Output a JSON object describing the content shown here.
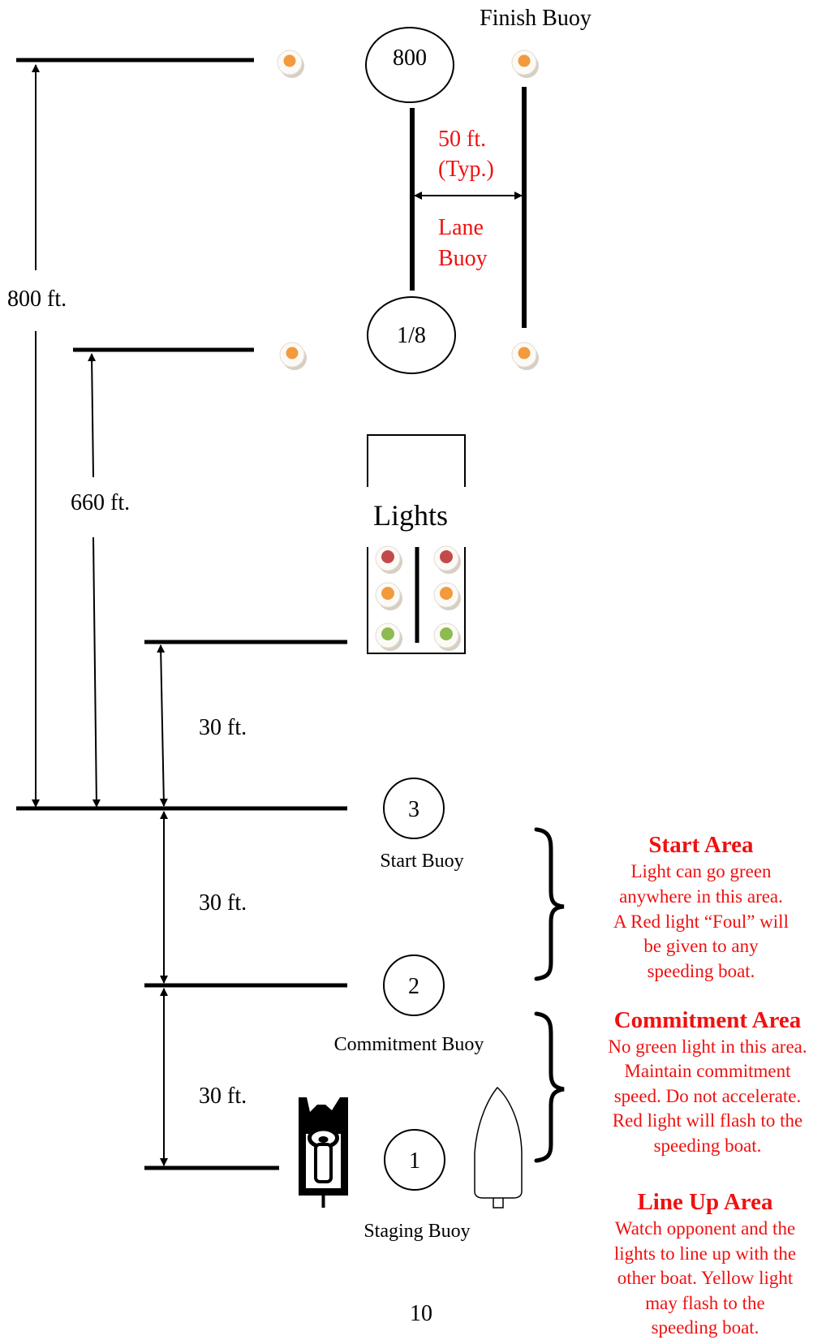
{
  "labels": {
    "finish_buoy": "Finish Buoy",
    "buoy_800": "800",
    "buoy_eighth": "1/8",
    "lane_spacing_line1": "50 ft.",
    "lane_spacing_line2": "(Typ.)",
    "lane_buoy_line1": "Lane",
    "lane_buoy_line2": "Buoy",
    "dim_800": "800 ft.",
    "dim_660": "660 ft.",
    "lights": "Lights",
    "dim_30_a": "30 ft.",
    "dim_30_b": "30 ft.",
    "dim_30_c": "30 ft.",
    "buoy_3": "3",
    "start_buoy": "Start Buoy",
    "buoy_2": "2",
    "commitment_buoy": "Commitment Buoy",
    "buoy_1": "1",
    "staging_buoy": "Staging Buoy",
    "page_number": "10"
  },
  "areas": {
    "start": {
      "title": "Start Area",
      "lines": [
        "Light can go green",
        "anywhere in this area.",
        "A Red light “Foul” will",
        "be given to any",
        "speeding boat."
      ]
    },
    "commitment": {
      "title": "Commitment Area",
      "lines": [
        "No green light in this area.",
        "Maintain commitment",
        "speed. Do not accelerate.",
        "Red light will flash to the",
        "speeding boat."
      ]
    },
    "lineup": {
      "title": "Line Up Area",
      "lines": [
        "Watch opponent and the",
        "lights to line up with the",
        "other boat. Yellow light",
        "may flash to the",
        "speeding boat."
      ]
    }
  },
  "colors": {
    "annotation_red": "#ee1111",
    "buoy_orange": "#f39a3c",
    "light_red": "#c44a4a",
    "light_yellow": "#f39a3c",
    "light_green": "#8dbb4f"
  }
}
